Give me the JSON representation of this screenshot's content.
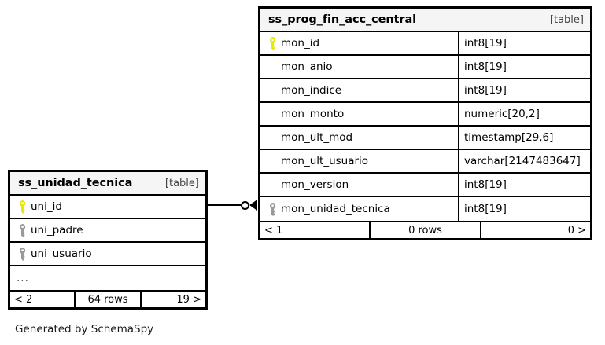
{
  "diagram": {
    "caption": "Generated by SchemaSpy",
    "kind_label": "[table]",
    "ellipsis": "...",
    "key_icon_primary": "key-icon",
    "key_icon_foreign": "key-icon",
    "colors": {
      "primary_key": "#e8e800",
      "foreign_key": "#9a9a9a",
      "border": "#000000",
      "header_background": "#f5f5f5",
      "page_background": "#ffffff"
    },
    "relationship": {
      "from_table": "ss_unidad_tecnica",
      "from_column": "uni_id",
      "to_table": "ss_prog_fin_acc_central",
      "to_column": "mon_unidad_tecnica",
      "notation": "zero-or-more"
    }
  },
  "tables": [
    {
      "name": "ss_unidad_tecnica",
      "kind": "[table]",
      "has_type_column": false,
      "columns": [
        {
          "name": "uni_id",
          "type": "",
          "key": "primary"
        },
        {
          "name": "uni_padre",
          "type": "",
          "key": "foreign"
        },
        {
          "name": "uni_usuario",
          "type": "",
          "key": "foreign"
        },
        {
          "name": "...",
          "type": "",
          "key": "none"
        }
      ],
      "footer": {
        "left": "< 2",
        "middle": "64 rows",
        "right": "19 >"
      }
    },
    {
      "name": "ss_prog_fin_acc_central",
      "kind": "[table]",
      "has_type_column": true,
      "columns": [
        {
          "name": "mon_id",
          "type": "int8[19]",
          "key": "primary"
        },
        {
          "name": "mon_anio",
          "type": "int8[19]",
          "key": "none"
        },
        {
          "name": "mon_indice",
          "type": "int8[19]",
          "key": "none"
        },
        {
          "name": "mon_monto",
          "type": "numeric[20,2]",
          "key": "none"
        },
        {
          "name": "mon_ult_mod",
          "type": "timestamp[29,6]",
          "key": "none"
        },
        {
          "name": "mon_ult_usuario",
          "type": "varchar[2147483647]",
          "key": "none"
        },
        {
          "name": "mon_version",
          "type": "int8[19]",
          "key": "none"
        },
        {
          "name": "mon_unidad_tecnica",
          "type": "int8[19]",
          "key": "foreign"
        }
      ],
      "footer": {
        "left": "< 1",
        "middle": "0 rows",
        "right": "0 >"
      }
    }
  ]
}
